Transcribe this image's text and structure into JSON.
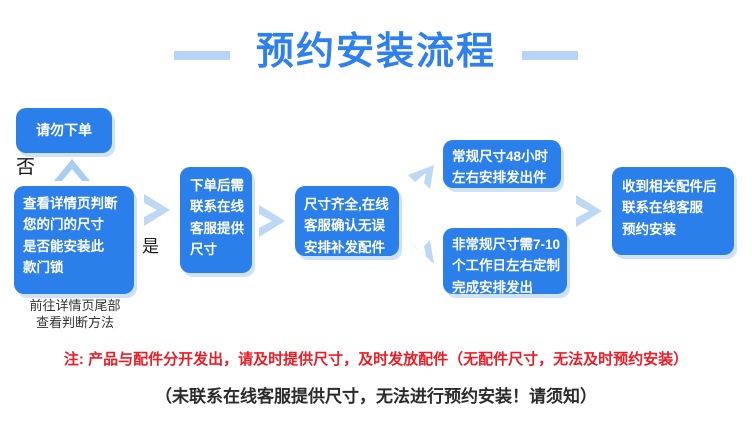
{
  "header": {
    "title": "预约安装流程",
    "dash_left": "dash-decoration-left",
    "dash_right": "dash-decoration-right",
    "title_color": "#2f80ef",
    "dash_color": "#b6d5f6"
  },
  "theme": {
    "box_fill": "#2b7fea",
    "box_text": "#ffffff",
    "arrow_color": "#b9d6f4",
    "shadow_color": "#c8ddf6",
    "notice_red": "#ef1b24",
    "notice_dark": "#2b2b2b"
  },
  "flow": {
    "no_order": {
      "lines": [
        "请勿下单"
      ]
    },
    "check_detail": {
      "lines": [
        "查看详情页判断",
        "您的门的尺寸",
        "是否能安装此",
        "款门锁"
      ]
    },
    "check_detail_note": {
      "lines": [
        "前往详情页尾部",
        "查看判断方法"
      ]
    },
    "after_order": {
      "lines": [
        "下单后需",
        "联系在线",
        "客服提供",
        "尺寸"
      ]
    },
    "size_complete": {
      "lines": [
        "尺寸齐全,在线",
        "客服确认无误",
        "安排补发配件"
      ]
    },
    "normal_size": {
      "lines": [
        "常规尺寸48小时",
        "左右安排发出件"
      ]
    },
    "custom_size": {
      "lines": [
        "非常规尺寸需7-10",
        "个工作日左右定制",
        "完成安排发出"
      ]
    },
    "receive_parts": {
      "lines": [
        "收到相关配件后",
        "联系在线客服",
        "预约安装"
      ]
    }
  },
  "branch_labels": {
    "no": "否",
    "yes": "是"
  },
  "notices": {
    "red": "注: 产品与配件分开发出，请及时提供尺寸，及时发放配件（无配件尺寸，无法及时预约安装）",
    "dark": "（未联系在线客服提供尺寸，无法进行预约安装！请须知）"
  }
}
